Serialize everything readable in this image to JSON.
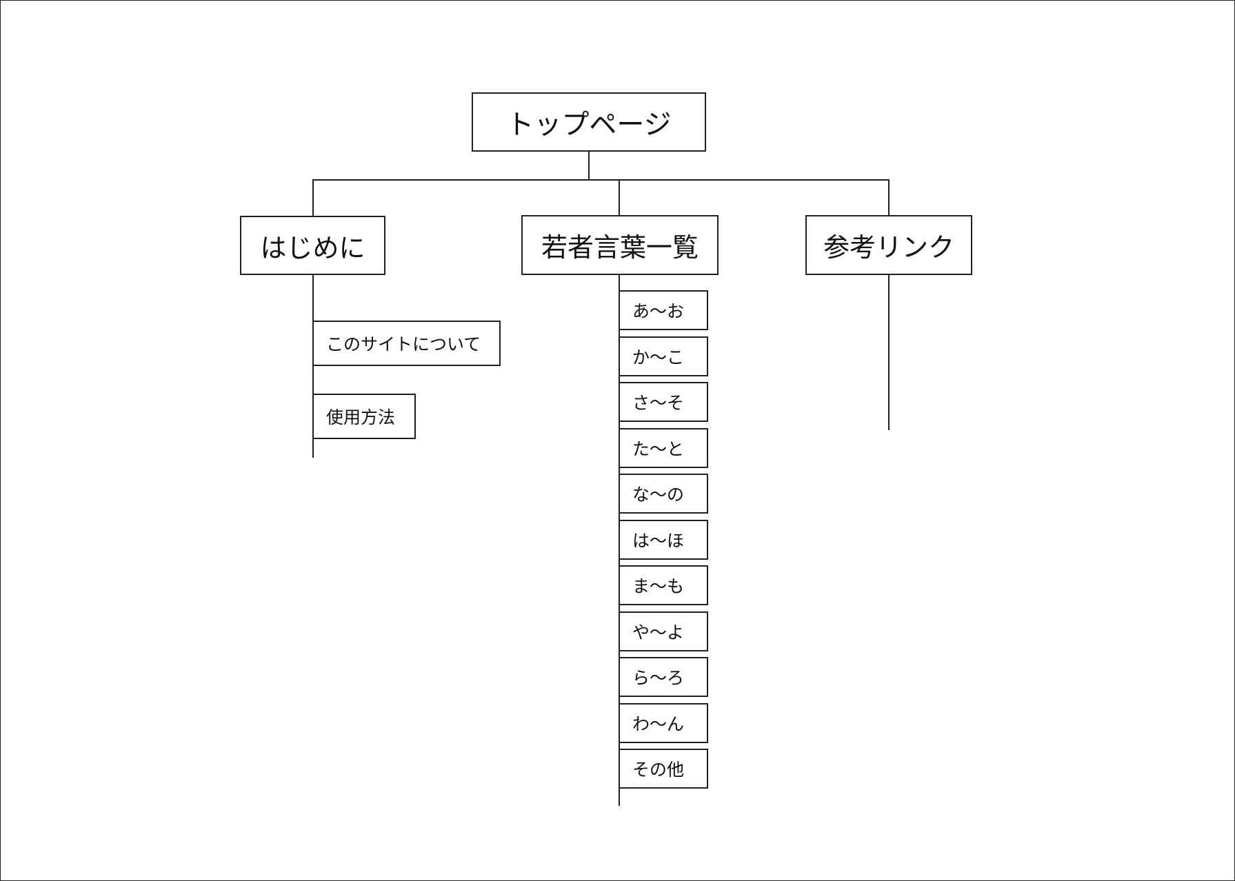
{
  "root": {
    "label": "トップページ"
  },
  "sections": [
    {
      "label": "はじめに",
      "children": [
        "このサイトについて",
        "使用方法"
      ]
    },
    {
      "label": "若者言葉一覧",
      "children": [
        "あ〜お",
        "か〜こ",
        "さ〜そ",
        "た〜と",
        "な〜の",
        "は〜ほ",
        "ま〜も",
        "や〜よ",
        "ら〜ろ",
        "わ〜ん",
        "その他"
      ]
    },
    {
      "label": "参考リンク",
      "children": []
    }
  ]
}
